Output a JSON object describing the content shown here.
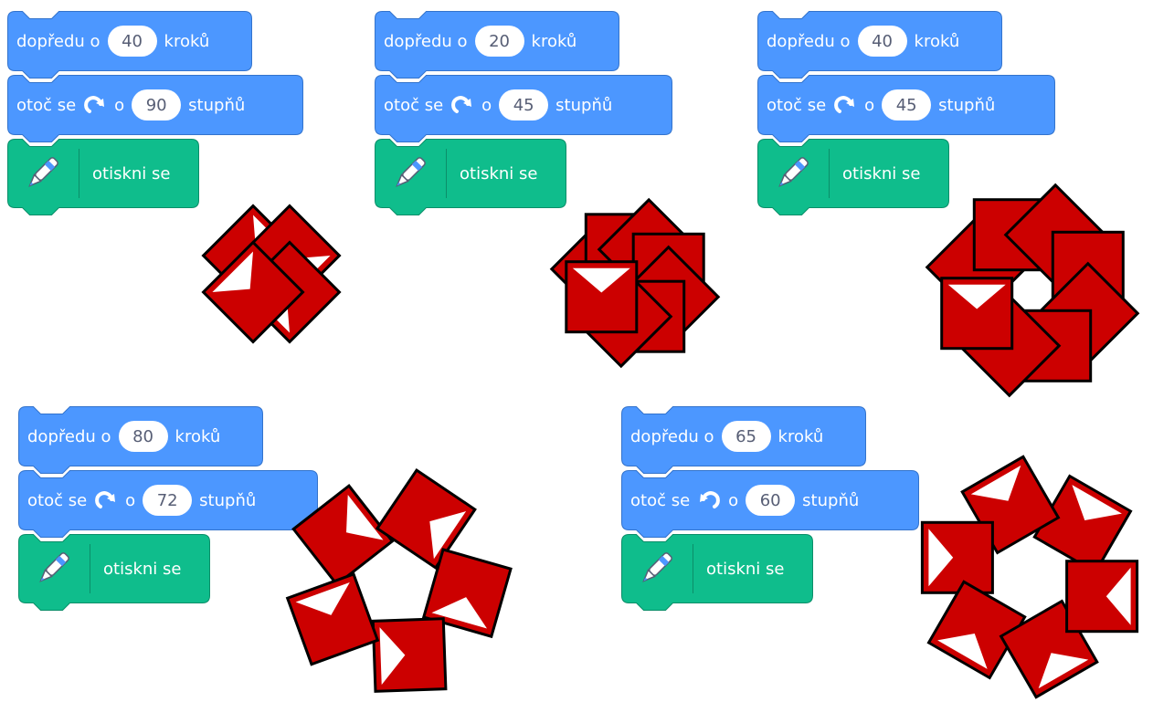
{
  "colors": {
    "motion_block": "#4c97ff",
    "motion_border": "#3373cc",
    "pen_block": "#0fbd8c",
    "pen_border": "#0b8e69",
    "stamp_fill": "#cc0000",
    "stamp_stroke": "#000000",
    "triangle": "#ffffff"
  },
  "scripts": [
    {
      "move_prefix": "dopředu o",
      "move_steps": "40",
      "move_suffix": "kroků",
      "turn_prefix": "otoč se",
      "turn_direction": "right",
      "turn_icon": "rotate-right-icon",
      "turn_mid": "o",
      "turn_degrees": "90",
      "turn_suffix": "stupňů",
      "pen_icon": "pen-icon",
      "stamp_label": "otiskni se"
    },
    {
      "move_prefix": "dopředu o",
      "move_steps": "20",
      "move_suffix": "kroků",
      "turn_prefix": "otoč se",
      "turn_direction": "right",
      "turn_icon": "rotate-right-icon",
      "turn_mid": "o",
      "turn_degrees": "45",
      "turn_suffix": "stupňů",
      "pen_icon": "pen-icon",
      "stamp_label": "otiskni se"
    },
    {
      "move_prefix": "dopředu o",
      "move_steps": "40",
      "move_suffix": "kroků",
      "turn_prefix": "otoč se",
      "turn_direction": "right",
      "turn_icon": "rotate-right-icon",
      "turn_mid": "o",
      "turn_degrees": "45",
      "turn_suffix": "stupňů",
      "pen_icon": "pen-icon",
      "stamp_label": "otiskni se"
    },
    {
      "move_prefix": "dopředu o",
      "move_steps": "80",
      "move_suffix": "kroků",
      "turn_prefix": "otoč se",
      "turn_direction": "right",
      "turn_icon": "rotate-right-icon",
      "turn_mid": "o",
      "turn_degrees": "72",
      "turn_suffix": "stupňů",
      "pen_icon": "pen-icon",
      "stamp_label": "otiskni se"
    },
    {
      "move_prefix": "dopředu o",
      "move_steps": "65",
      "move_suffix": "kroků",
      "turn_prefix": "otoč se",
      "turn_direction": "left",
      "turn_icon": "rotate-left-icon",
      "turn_mid": "o",
      "turn_degrees": "60",
      "turn_suffix": "stupňů",
      "pen_icon": "pen-icon",
      "stamp_label": "otiskni se"
    }
  ]
}
